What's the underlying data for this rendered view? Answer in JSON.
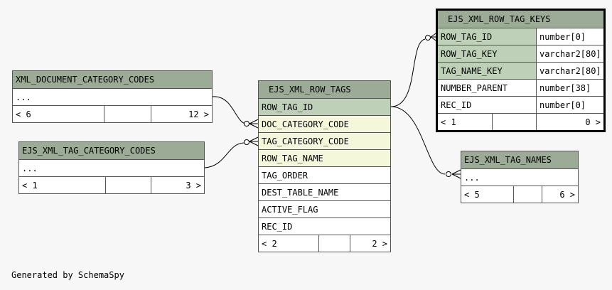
{
  "tables": {
    "row_tag_keys": {
      "title": "EJS_XML_ROW_TAG_KEYS",
      "columns": [
        {
          "name": "ROW_TAG_ID",
          "type": "number[0]"
        },
        {
          "name": "ROW_TAG_KEY",
          "type": "varchar2[80]"
        },
        {
          "name": "TAG_NAME_KEY",
          "type": "varchar2[80]"
        },
        {
          "name": "NUMBER_PARENT",
          "type": "number[38]"
        },
        {
          "name": "REC_ID",
          "type": "number[0]"
        }
      ],
      "nav_left": "< 1",
      "nav_right": "0 >"
    },
    "doc_category_codes": {
      "title": "XML_DOCUMENT_CATEGORY_CODES",
      "body": "...",
      "nav_left": "< 6",
      "nav_right": "12 >"
    },
    "tag_category_codes": {
      "title": "EJS_XML_TAG_CATEGORY_CODES",
      "body": "...",
      "nav_left": "< 1",
      "nav_right": "3 >"
    },
    "row_tags": {
      "title": "EJS_XML_ROW_TAGS",
      "columns": [
        "ROW_TAG_ID",
        "DOC_CATEGORY_CODE",
        "TAG_CATEGORY_CODE",
        "ROW_TAG_NAME",
        "TAG_ORDER",
        "DEST_TABLE_NAME",
        "ACTIVE_FLAG",
        "REC_ID"
      ],
      "nav_left": "< 2",
      "nav_right": "2 >"
    },
    "tag_names": {
      "title": "EJS_XML_TAG_NAMES",
      "body": "...",
      "nav_left": "< 5",
      "nav_right": "6 >"
    }
  },
  "footer": "Generated by SchemaSpy"
}
